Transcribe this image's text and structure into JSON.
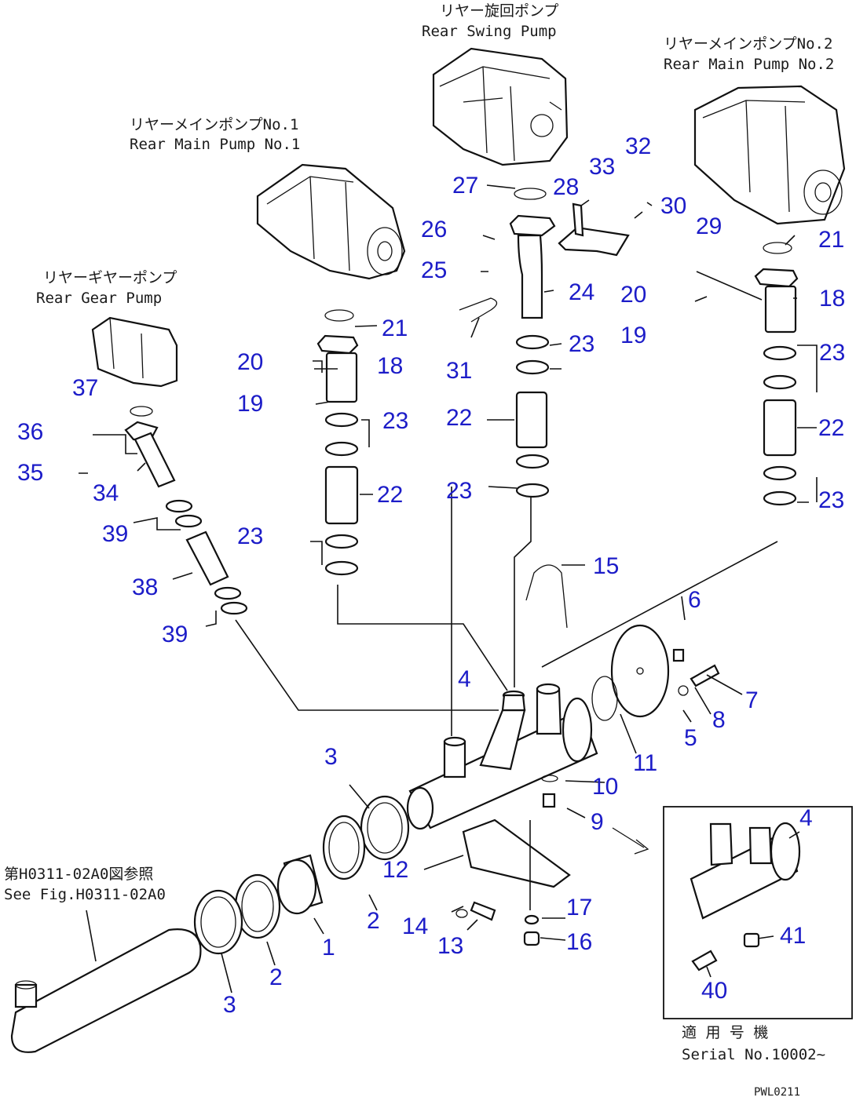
{
  "labels": {
    "rear_swing_pump_jp": "リヤー旋回ポンプ",
    "rear_swing_pump_en": "Rear Swing Pump",
    "rear_main_pump2_jp": "リヤーメインポンプNo.2",
    "rear_main_pump2_en": "Rear Main Pump No.2",
    "rear_main_pump1_jp": "リヤーメインポンプNo.1",
    "rear_main_pump1_en": "Rear Main Pump No.1",
    "rear_gear_pump_jp": "リヤーギヤーポンプ",
    "rear_gear_pump_en": "Rear Gear Pump",
    "see_fig_jp": "第H0311-02A0図参照",
    "see_fig_en": "See Fig.H0311-02A0",
    "serial_jp": "適 用 号 機",
    "serial_en": "Serial No.10002~",
    "drawing_code": "PWL0211"
  },
  "callouts": [
    "27",
    "28",
    "33",
    "32",
    "30",
    "26",
    "29",
    "21",
    "25",
    "24",
    "20",
    "18",
    "31",
    "23",
    "19",
    "23",
    "21",
    "20",
    "18",
    "22",
    "23",
    "22",
    "19",
    "23",
    "23",
    "37",
    "36",
    "22",
    "35",
    "34",
    "23",
    "39",
    "15",
    "38",
    "6",
    "39",
    "4",
    "7",
    "8",
    "5",
    "3",
    "11",
    "10",
    "9",
    "4",
    "12",
    "2",
    "17",
    "14",
    "41",
    "1",
    "16",
    "13",
    "2",
    "40",
    "3"
  ],
  "colors": {
    "callout": "#1c1cc8",
    "line": "#111111"
  }
}
